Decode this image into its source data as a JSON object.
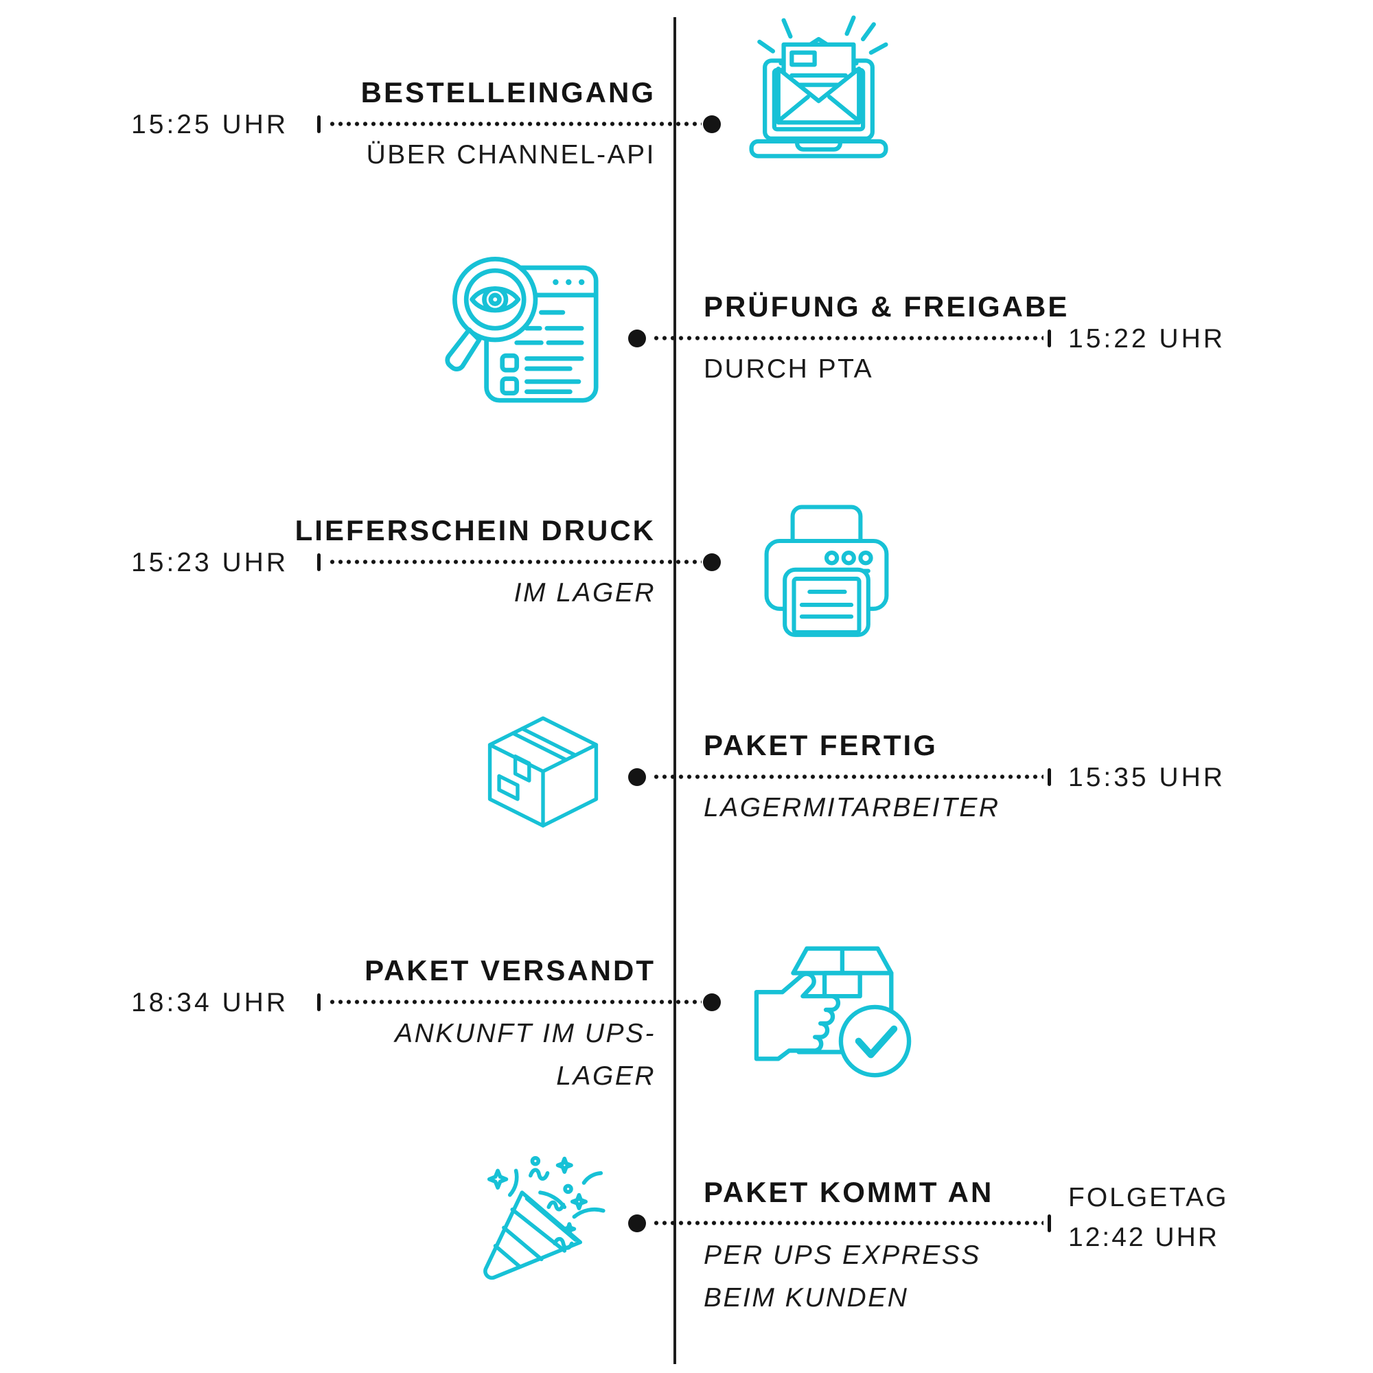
{
  "page": {
    "background": "#ffffff",
    "accent_color": "#17C1D6",
    "text_color": "#141414",
    "line_color": "#1c1c1c",
    "language": "de"
  },
  "timeline": {
    "events": [
      {
        "side": "left",
        "time": "15:25 UHR",
        "title": "BESTELLEINGANG",
        "subtitle": "ÜBER CHANNEL-API",
        "icon": "laptop-email-icon"
      },
      {
        "side": "right",
        "time": "15:22 UHR",
        "title": "PRÜFUNG & FREIGABE",
        "subtitle": "DURCH PTA",
        "icon": "magnifier-document-icon"
      },
      {
        "side": "left",
        "time": "15:23 UHR",
        "title": "LIEFERSCHEIN DRUCK",
        "subtitle": "IM LAGER",
        "icon": "printer-icon"
      },
      {
        "side": "right",
        "time": "15:35 UHR",
        "title": "PAKET FERTIG",
        "subtitle": "LAGERMITARBEITER",
        "icon": "package-box-icon"
      },
      {
        "side": "left",
        "time": "18:34 UHR",
        "title": "PAKET VERSANDT",
        "subtitle": "ANKUNFT IM UPS-LAGER",
        "subtitle_lines": [
          "ANKUNFT IM UPS-",
          "LAGER"
        ],
        "icon": "hand-package-check-icon"
      },
      {
        "side": "right",
        "time": "FOLGETAG 12:42 UHR",
        "time_lines": [
          "FOLGETAG",
          "12:42 UHR"
        ],
        "title": "PAKET KOMMT AN",
        "subtitle": "PER UPS EXPRESS BEIM KUNDEN",
        "subtitle_lines": [
          "PER UPS EXPRESS",
          "BEIM KUNDEN"
        ],
        "icon": "party-popper-icon"
      }
    ]
  }
}
